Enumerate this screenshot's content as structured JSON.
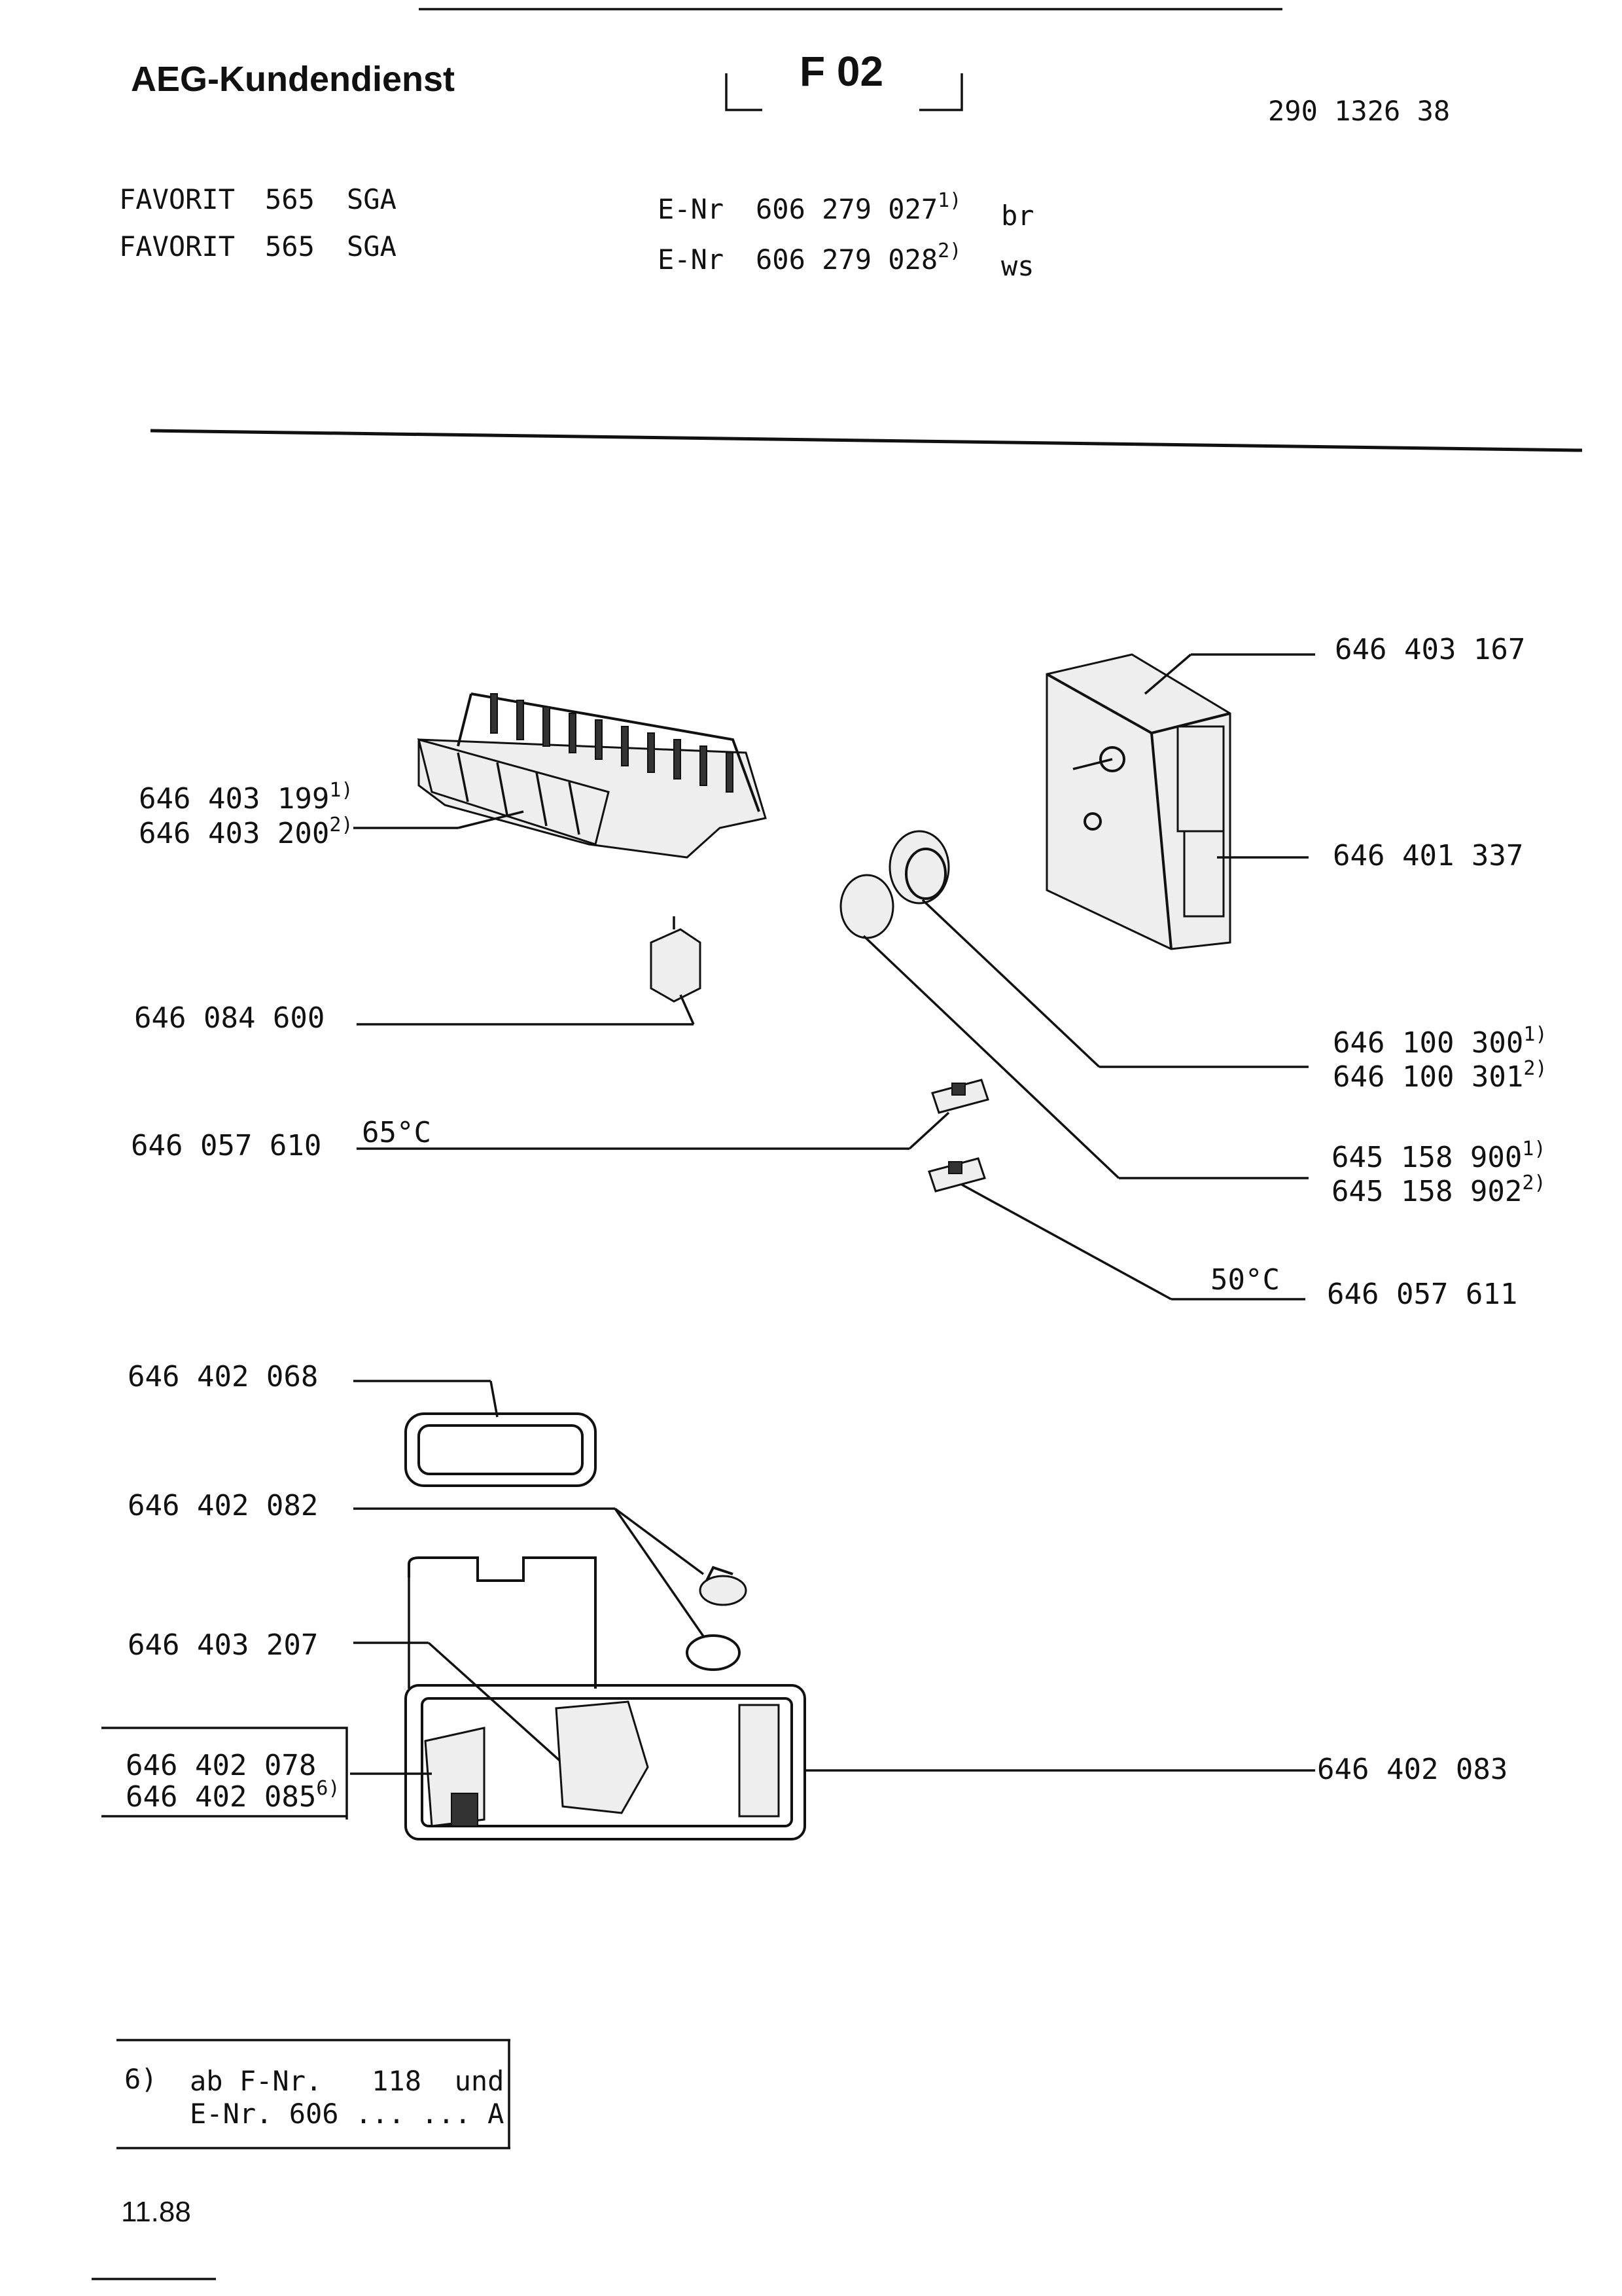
{
  "header": {
    "brand": "AEG-Kundendienst",
    "code": "F 02",
    "doc_number": "290 1326 38"
  },
  "models": [
    {
      "name": "FAVORIT",
      "num": "565",
      "type": "SGA",
      "enr_label": "E-Nr",
      "enr": "606 279 027",
      "sup": "1)",
      "color": "br"
    },
    {
      "name": "FAVORIT",
      "num": "565",
      "type": "SGA",
      "enr_label": "E-Nr",
      "enr": "606 279 028",
      "sup": "2)",
      "color": "ws"
    }
  ],
  "parts": {
    "p646403167": "646 403 167",
    "p646403199": "646 403 199",
    "p646403199_sup": "1)",
    "p646403200": "646 403 200",
    "p646403200_sup": "2)",
    "p646401337": "646 401 337",
    "p646084600": "646 084 600",
    "p646100300": "646 100 300",
    "p646100300_sup": "1)",
    "p646100301": "646 100 301",
    "p646100301_sup": "2)",
    "p646057610": "646 057 610",
    "temp65": "65°C",
    "p645158900": "645 158 900",
    "p645158900_sup": "1)",
    "p645158902": "645 158 902",
    "p645158902_sup": "2)",
    "temp50": "50°C",
    "p646057611": "646 057 611",
    "p646402068": "646 402 068",
    "p646402082": "646 402 082",
    "p646403207": "646 403 207",
    "p646402078": "646 402 078",
    "p646402085": "646 402 085",
    "p646402085_sup": "6)",
    "p646402083": "646 402 083"
  },
  "footnote": {
    "marker": "6)",
    "line1": "ab F-Nr.   118  und",
    "line2": "E-Nr. 606 ... ... A"
  },
  "date": "11.88"
}
